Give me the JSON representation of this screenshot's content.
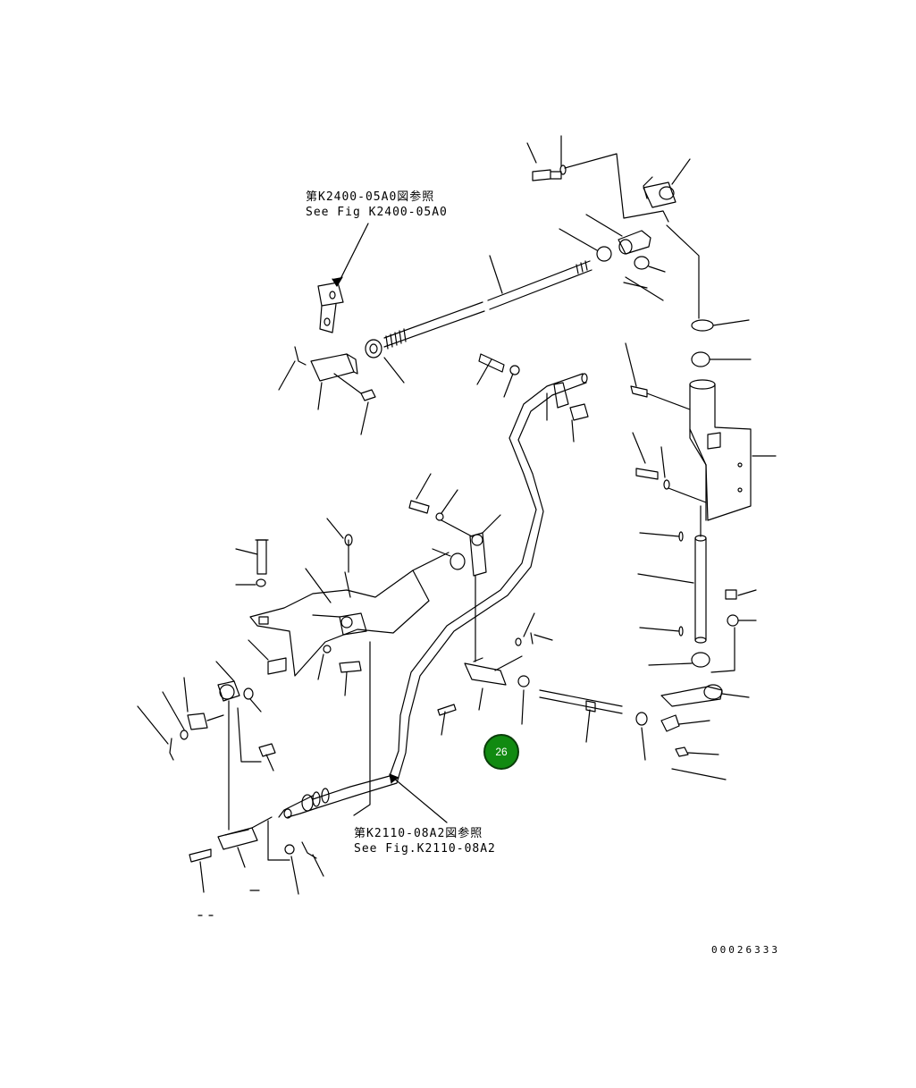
{
  "references": {
    "upper": {
      "jp": "第K2400-05A0図参照",
      "en": "See Fig K2400-05A0"
    },
    "lower": {
      "jp": "第K2110-08A2図参照",
      "en": "See Fig.K2110-08A2"
    }
  },
  "callout": {
    "label": "26",
    "color": "#118a11"
  },
  "drawing_number": "00026333"
}
